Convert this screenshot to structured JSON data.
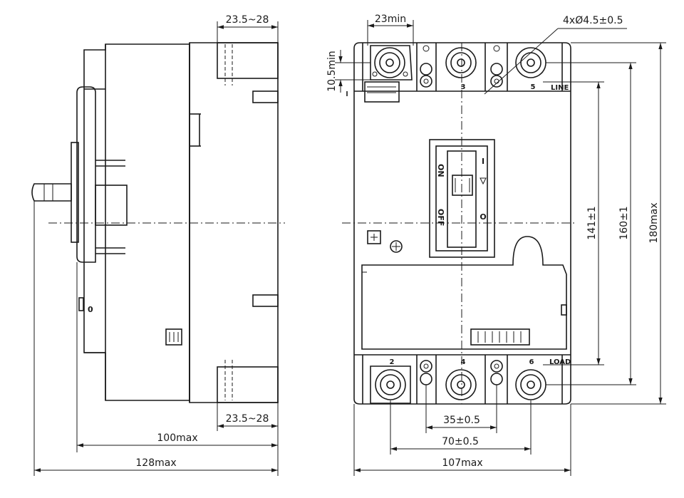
{
  "dimensions": {
    "top_depth": "23.5~28",
    "bottom_depth": "23.5~28",
    "depth_100": "100max",
    "depth_128": "128max",
    "terminal_width_min": "23min",
    "hole_spec": "4xØ4.5±0.5",
    "terminal_height_min": "10.5min",
    "height_141": "141±1",
    "height_160": "160±1",
    "height_180": "180max",
    "pitch_35": "35±0.5",
    "pitch_70": "70±0.5",
    "width_107": "107max"
  },
  "labels": {
    "line": "LINE",
    "load": "LOAD",
    "on": "ON",
    "off": "OFF",
    "on_symbol": "I",
    "off_symbol": "O",
    "terminal_1": "1",
    "terminal_3": "3",
    "terminal_5": "5",
    "terminal_2": "2",
    "terminal_4": "4",
    "terminal_6": "6",
    "side_o": "0"
  }
}
